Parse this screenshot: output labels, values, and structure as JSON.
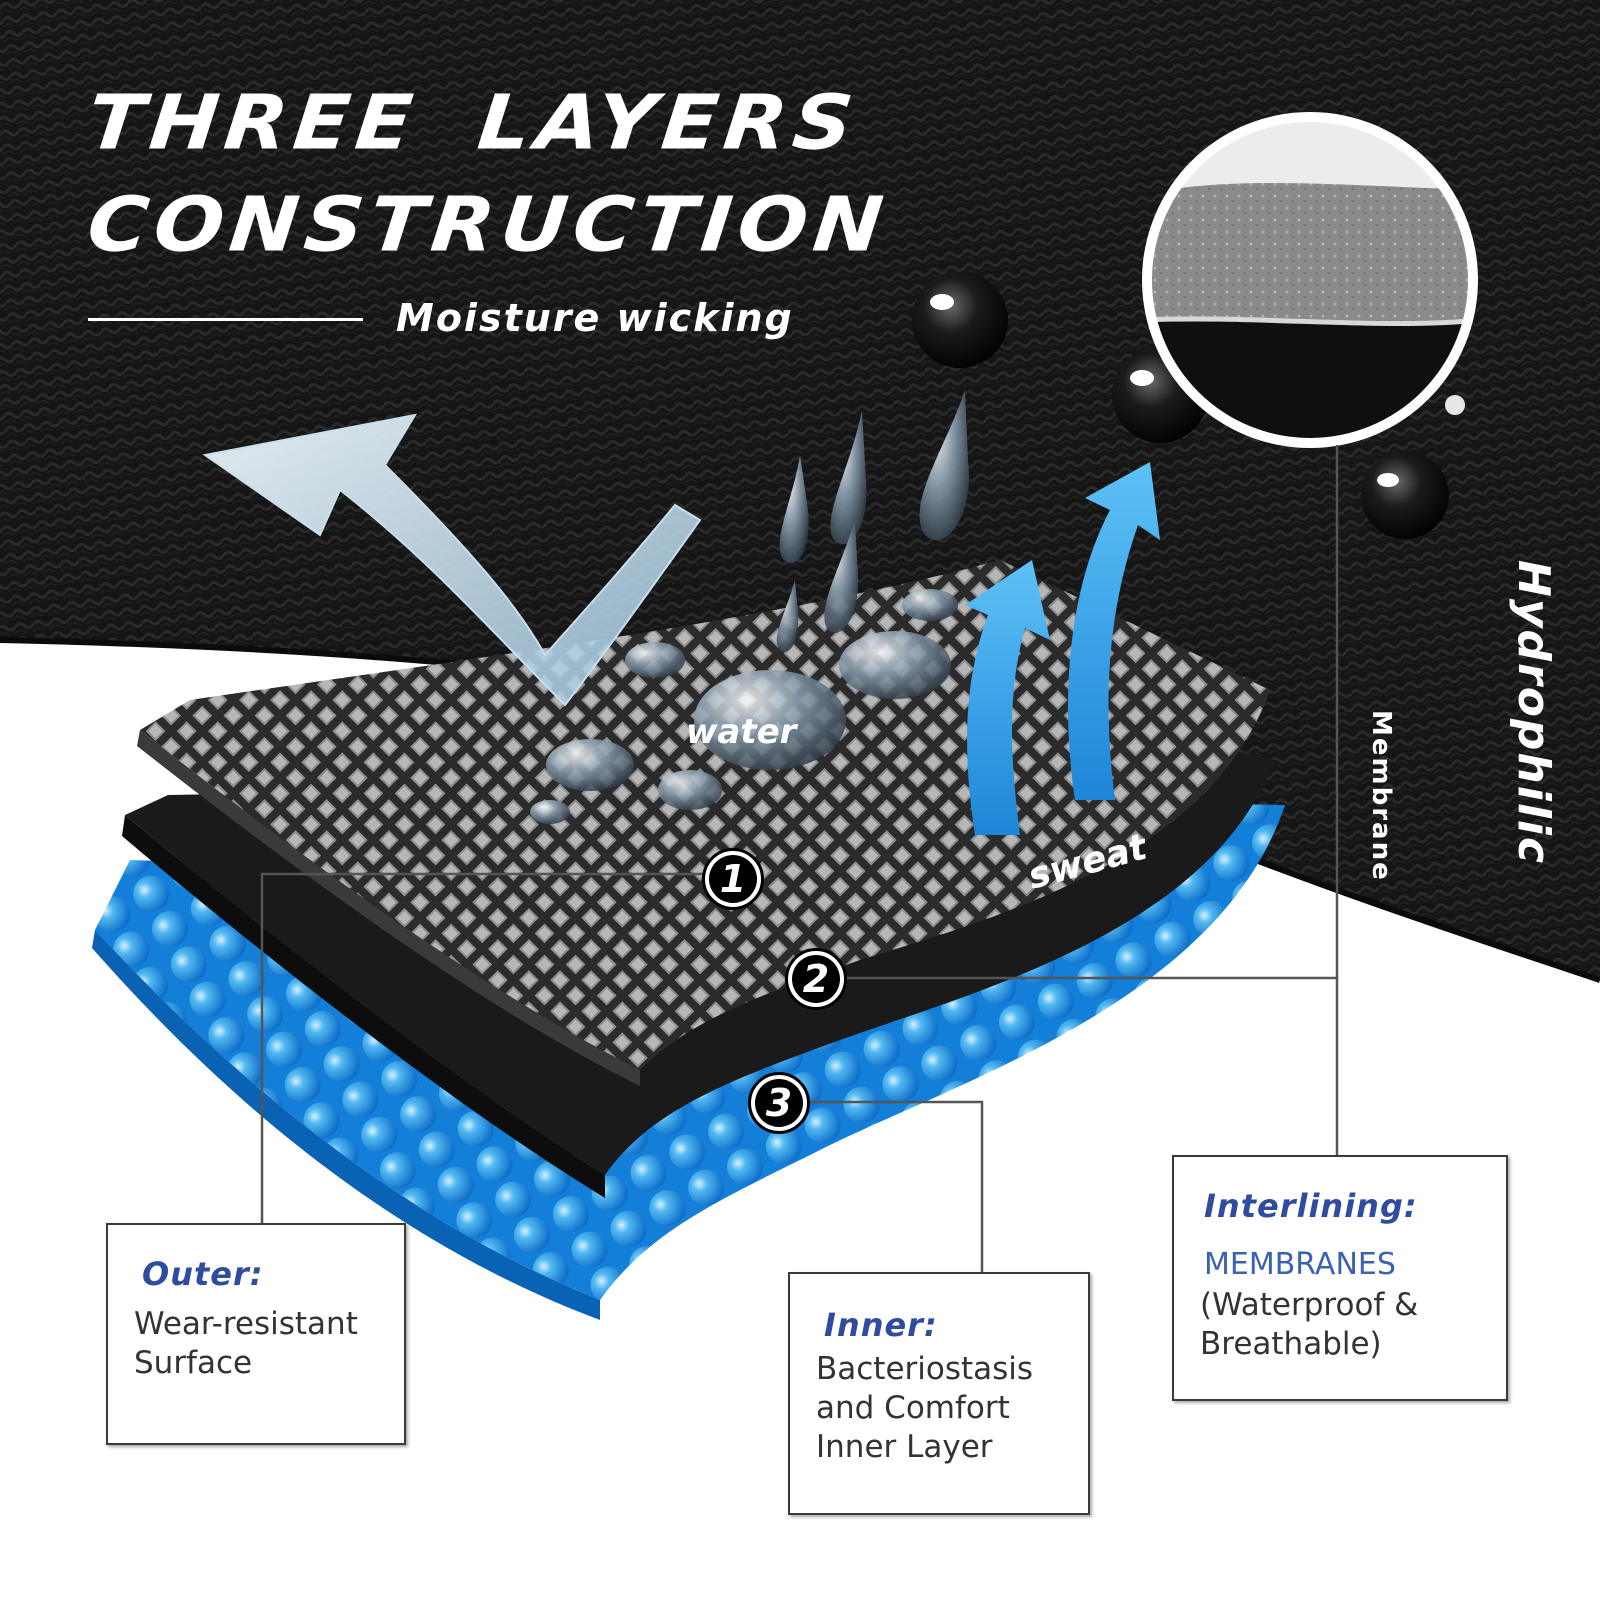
{
  "header": {
    "title_line1": "THREE LAYERS",
    "title_line2": "CONSTRUCTION",
    "subtitle": "Moisture wicking"
  },
  "art_labels": {
    "water": "water",
    "sweat": "sweat"
  },
  "side_label": {
    "title": "Hydrophilic",
    "subtitle": "Membrane"
  },
  "badges": [
    "1",
    "2",
    "3"
  ],
  "callouts": {
    "outer": {
      "heading": "Outer:",
      "body": "Wear-resistant\nSurface"
    },
    "inner": {
      "heading": "Inner:",
      "body": "Bacteriostasis\nand Comfort\nInner Layer"
    },
    "interlining": {
      "heading": "Interlining:",
      "subheading": "MEMBRANES",
      "body": "(Waterproof &\nBreathable)"
    }
  },
  "colors": {
    "heading_blue": "#2f4c9e",
    "subheading_blue": "#3b62b0",
    "layer_blue": "#1a8ee6",
    "arrow_blue": "#2aa0ec",
    "fabric_black": "#141414"
  },
  "icons": [
    "water-drop-icon",
    "moisture-arrow-icon",
    "sweat-arrow-icon",
    "magnifier-circle-icon"
  ]
}
